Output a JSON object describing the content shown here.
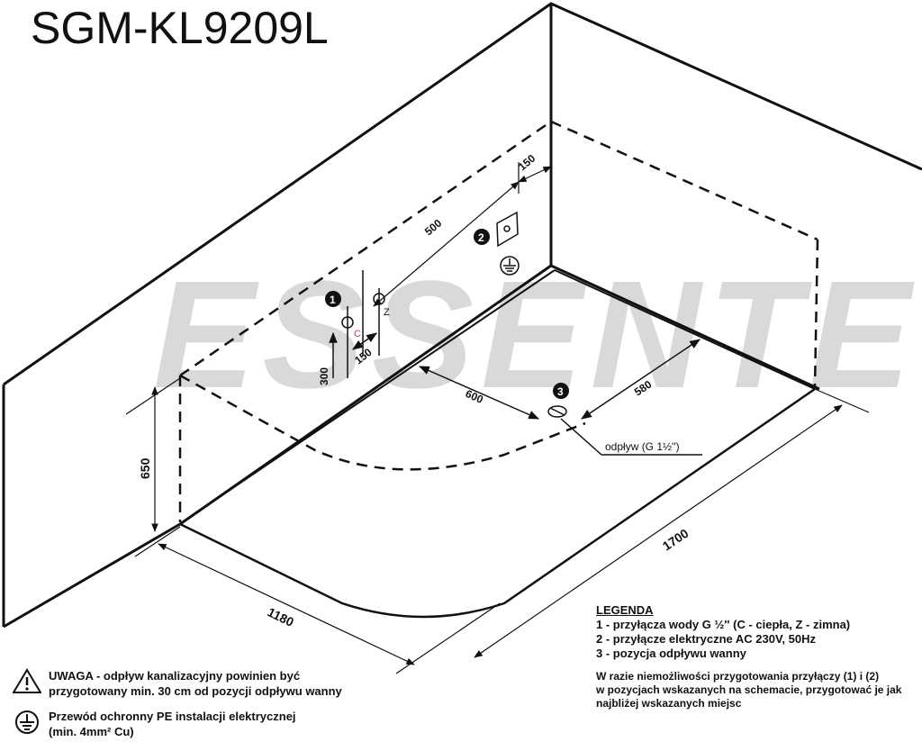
{
  "model": "SGM-KL9209L",
  "watermark": "ESSENTE",
  "dimensions": {
    "d150_top": "150",
    "d500": "500",
    "d300": "300",
    "d150_mid": "150",
    "d600": "600",
    "d580": "580",
    "d650": "650",
    "d1700": "1700",
    "d1180": "1180"
  },
  "markers": {
    "m1": "1",
    "m2": "2",
    "m3": "3",
    "hot": "C",
    "cold": "Z"
  },
  "drain_label": "odpływ (G 1½'')",
  "legend": {
    "heading": "LEGENDA",
    "items": [
      "1 - przyłącza wody G ½'' (C - ciepła, Z - zimna)",
      "2 - przyłącze elektryczne AC 230V, 50Hz",
      "3 - pozycja odpływu wanny"
    ],
    "note_lines": [
      "W razie niemożliwości przygotowania przyłączy (1) i (2)",
      "w pozycjach wskazanych na schemacie, przygotować je jak",
      "najbliżej wskazanych miejsc"
    ]
  },
  "warnings": {
    "w1_line1": "UWAGA - odpływ kanalizacyjny powinien być",
    "w1_line2": "przygotowany min. 30 cm od pozycji odpływu wanny",
    "w2_line1": "Przewód ochronny PE instalacji elektrycznej",
    "w2_line2": "(min. 4mm² Cu)"
  },
  "colors": {
    "line": "#111111",
    "watermark": "#d9d9d9",
    "hot_label": "#d04040"
  }
}
